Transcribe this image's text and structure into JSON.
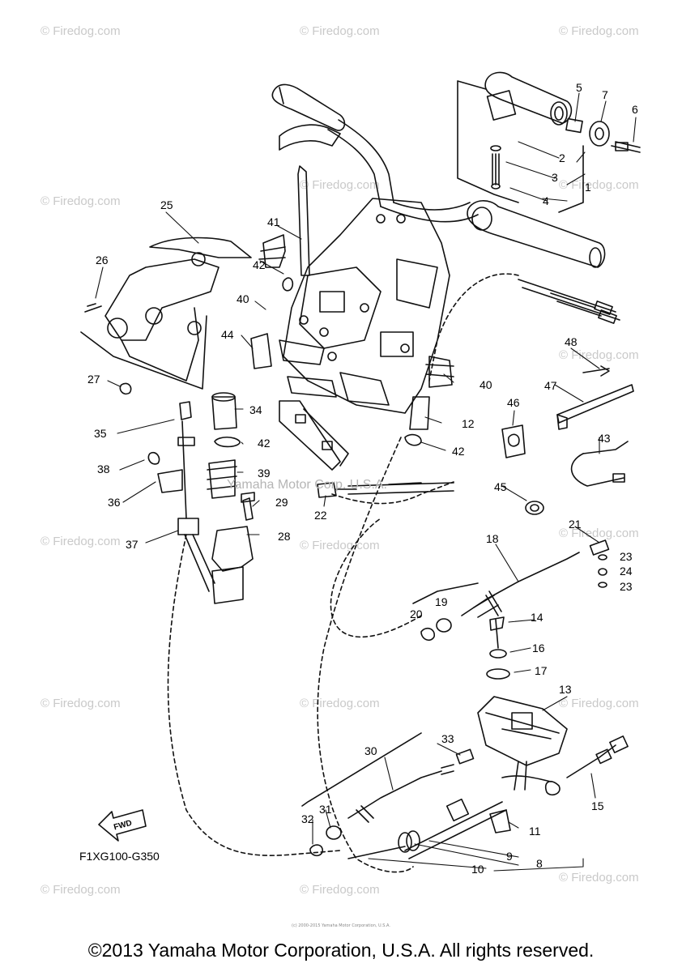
{
  "diagram_code": "F1XG100-G350",
  "fwd_label": "FWD",
  "footer": "©2013 Yamaha Motor Corporation, U.S.A. All rights reserved.",
  "faint_watermark": "Yamaha Motor Corp. U.S.A.",
  "micro_copyright": "(c) 2000-2015 Yamaha Motor Corporation, U.S.A.",
  "site_watermark": "© Firedog.com",
  "callouts": [
    "1",
    "2",
    "3",
    "4",
    "5",
    "6",
    "7",
    "8",
    "9",
    "10",
    "11",
    "12",
    "13",
    "14",
    "15",
    "16",
    "17",
    "18",
    "19",
    "20",
    "21",
    "22",
    "23",
    "23",
    "24",
    "25",
    "26",
    "27",
    "28",
    "29",
    "30",
    "31",
    "32",
    "33",
    "34",
    "35",
    "36",
    "37",
    "38",
    "39",
    "40",
    "40",
    "41",
    "42",
    "42",
    "42",
    "43",
    "44",
    "45",
    "46",
    "47",
    "48"
  ]
}
